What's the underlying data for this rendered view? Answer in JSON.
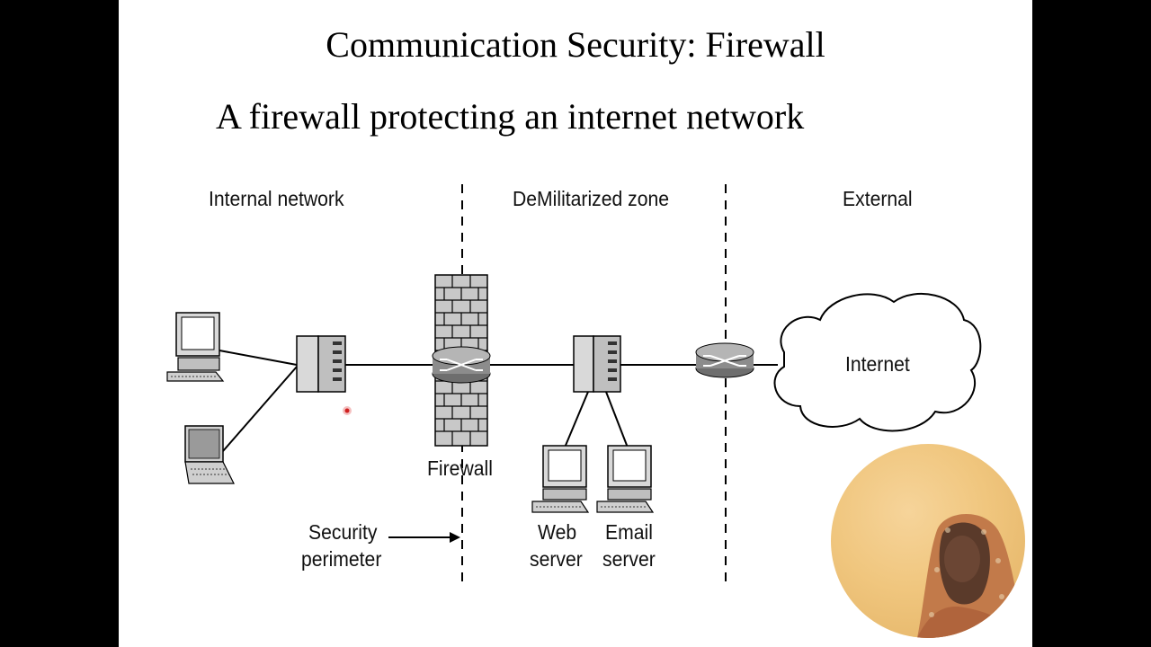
{
  "slide": {
    "title": "Communication Security: Firewall",
    "subtitle": "A firewall protecting an internet network"
  },
  "zones": {
    "internal": "Internal network",
    "dmz": "DeMilitarized zone",
    "external": "External"
  },
  "labels": {
    "firewall": "Firewall",
    "internet": "Internet",
    "security_perimeter_line1": "Security",
    "security_perimeter_line2": "perimeter",
    "web_server_line1": "Web",
    "web_server_line2": "server",
    "email_server_line1": "Email",
    "email_server_line2": "server"
  },
  "colors": {
    "background": "#000000",
    "slide": "#ffffff",
    "device_gray": "#bfbfbf",
    "router_gray": "#8c8c8c",
    "pointer_red": "#d02020"
  }
}
